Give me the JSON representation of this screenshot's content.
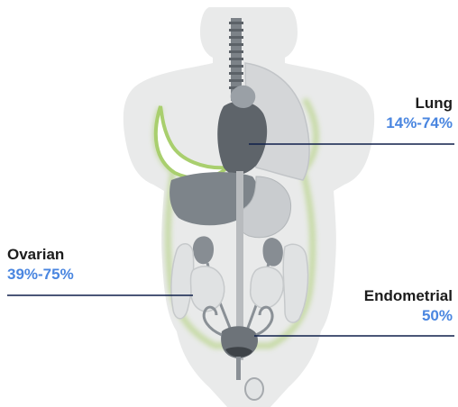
{
  "colors": {
    "value_text": "#4a86e0",
    "leader_line": "#0f1f4a",
    "body_fill": "#e9eaea",
    "organ_fill": "#8a9096",
    "organ_glow": "#b9d48a"
  },
  "callouts": {
    "lung": {
      "name": "Lung",
      "value": "14%-74%"
    },
    "ovarian": {
      "name": "Ovarian",
      "value": "39%-75%"
    },
    "endometrial": {
      "name": "Endometrial",
      "value": "50%"
    }
  }
}
